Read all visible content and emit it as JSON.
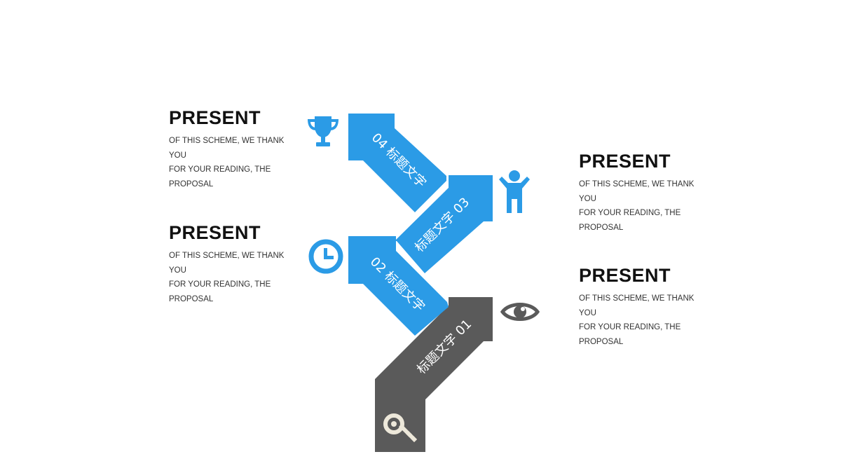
{
  "colors": {
    "blue": "#2b9be6",
    "gray": "#5a5a5a",
    "key_fill": "#ede8da",
    "heading": "#111111",
    "body_text": "#333333"
  },
  "steps": [
    {
      "label": "标题文字 01",
      "color": "gray",
      "icon": "key-icon"
    },
    {
      "label": "02 标题文字",
      "color": "blue",
      "icon": "clock-icon"
    },
    {
      "label": "标题文字 03",
      "color": "blue",
      "icon": "person-icon"
    },
    {
      "label": "04 标题文字",
      "color": "blue",
      "icon": "trophy-icon"
    }
  ],
  "text_blocks": {
    "left_top": {
      "title": "PRESENT",
      "lines": [
        "OF THIS SCHEME, WE THANK YOU",
        "FOR YOUR READING, THE",
        "PROPOSAL"
      ]
    },
    "left_bottom": {
      "title": "PRESENT",
      "lines": [
        "OF THIS SCHEME, WE THANK YOU",
        "FOR YOUR READING, THE",
        "PROPOSAL"
      ]
    },
    "right_top": {
      "title": "PRESENT",
      "lines": [
        "OF THIS SCHEME, WE THANK YOU",
        "FOR YOUR READING, THE",
        "PROPOSAL"
      ]
    },
    "right_bottom": {
      "title": "PRESENT",
      "lines": [
        "OF THIS SCHEME, WE THANK YOU",
        "FOR YOUR READING, THE",
        "PROPOSAL"
      ]
    }
  },
  "icons": [
    "trophy-icon",
    "person-icon",
    "clock-icon",
    "eye-icon",
    "key-icon"
  ]
}
